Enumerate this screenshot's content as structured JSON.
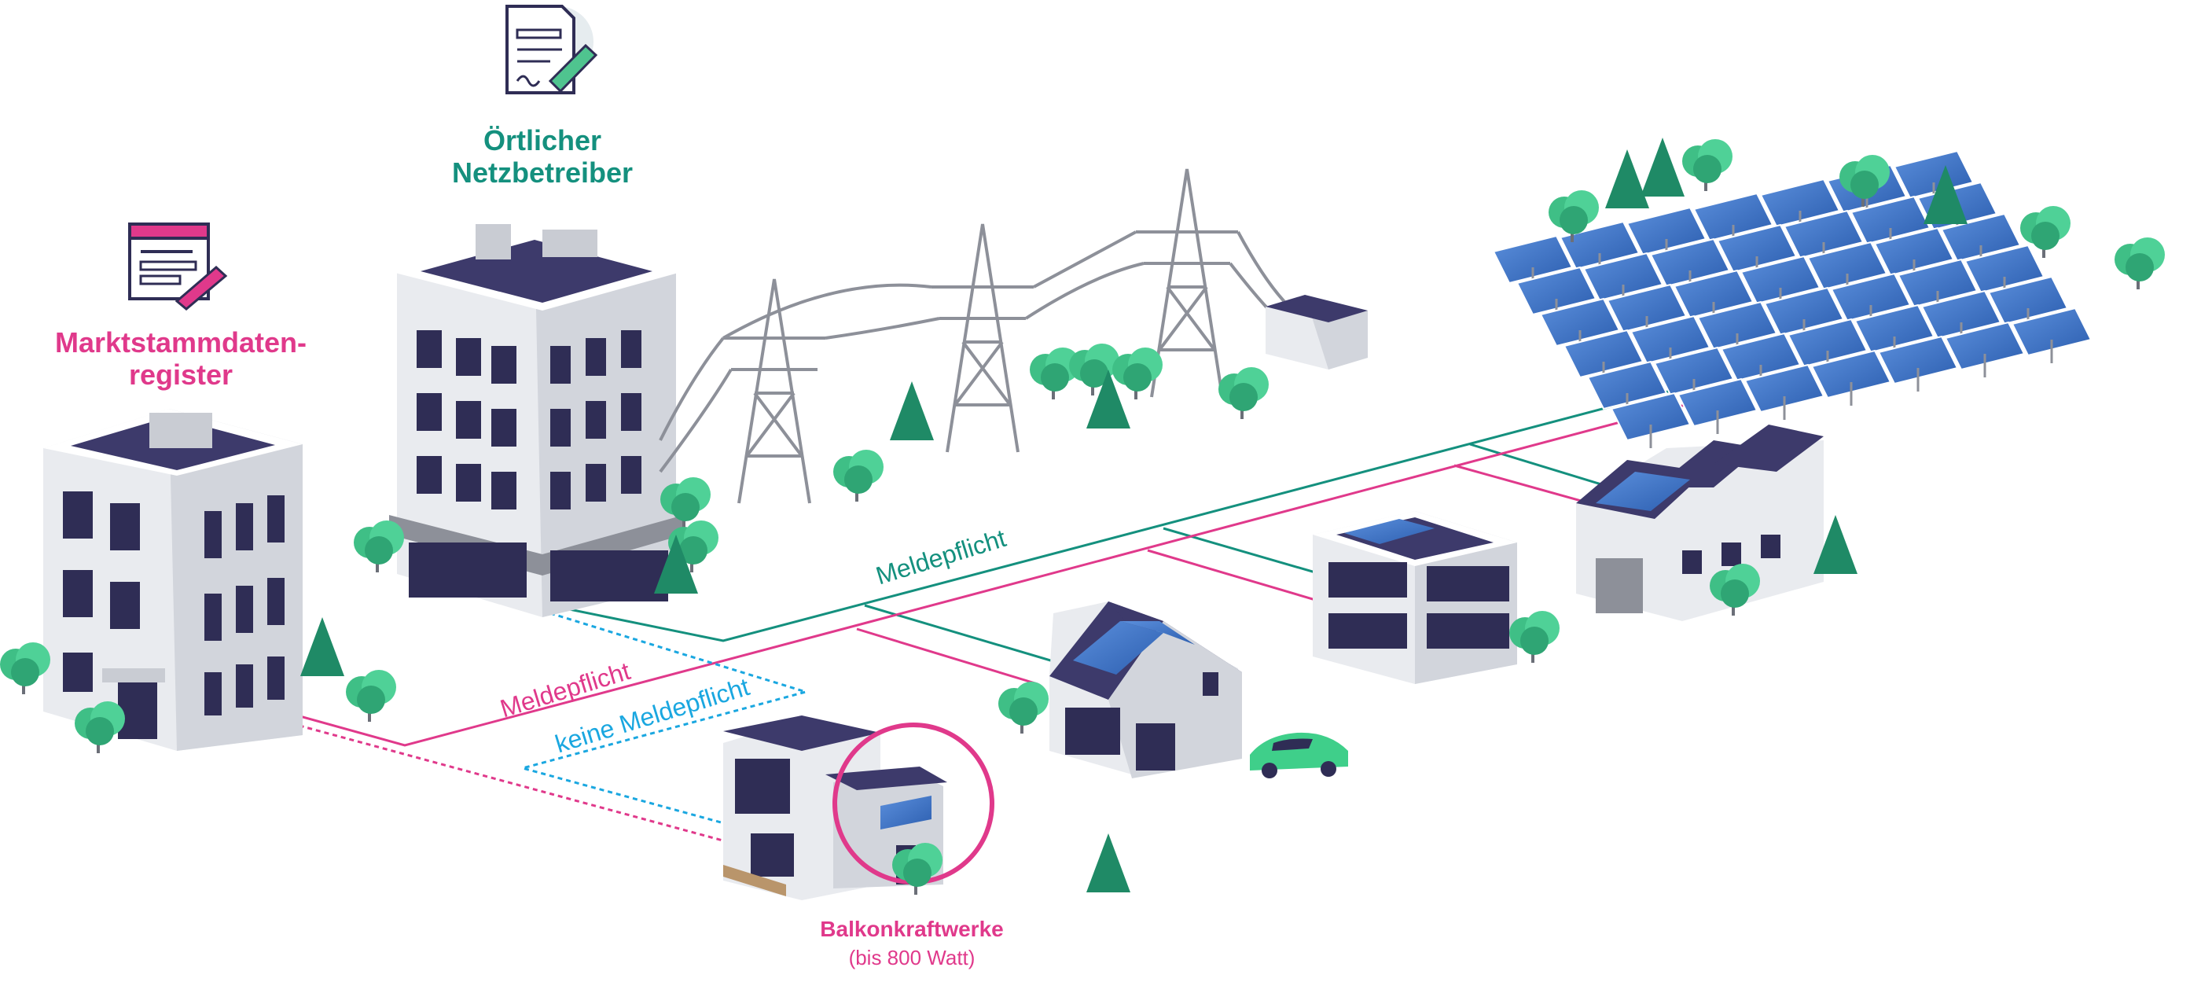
{
  "labels": {
    "marktstamm": "Marktstammdaten-\nregister",
    "netzbetreiber": "Örtlicher\nNetzbetreiber",
    "meldepflicht_teal": "Meldepflicht",
    "meldepflicht_pink": "Meldepflicht",
    "keine_meldepflicht": "keine Meldepflicht",
    "balkon_title": "Balkonkraftwerke",
    "balkon_sub": "(bis 800 Watt)"
  },
  "colors": {
    "pink": "#e0398b",
    "teal": "#14907e",
    "blue": "#1aa7e0",
    "roof": "#3d3a6b",
    "wall": "#eef0f3",
    "wall_shade": "#c9ccd3",
    "window": "#2f2d55",
    "tree": "#3fbf86",
    "tree_dark": "#1f7a5a",
    "pine": "#1f8a66",
    "solar": "#3b74c9",
    "car": "#3fcf8a"
  },
  "icons": {
    "register": "register-form-icon",
    "contract": "contract-document-icon"
  }
}
